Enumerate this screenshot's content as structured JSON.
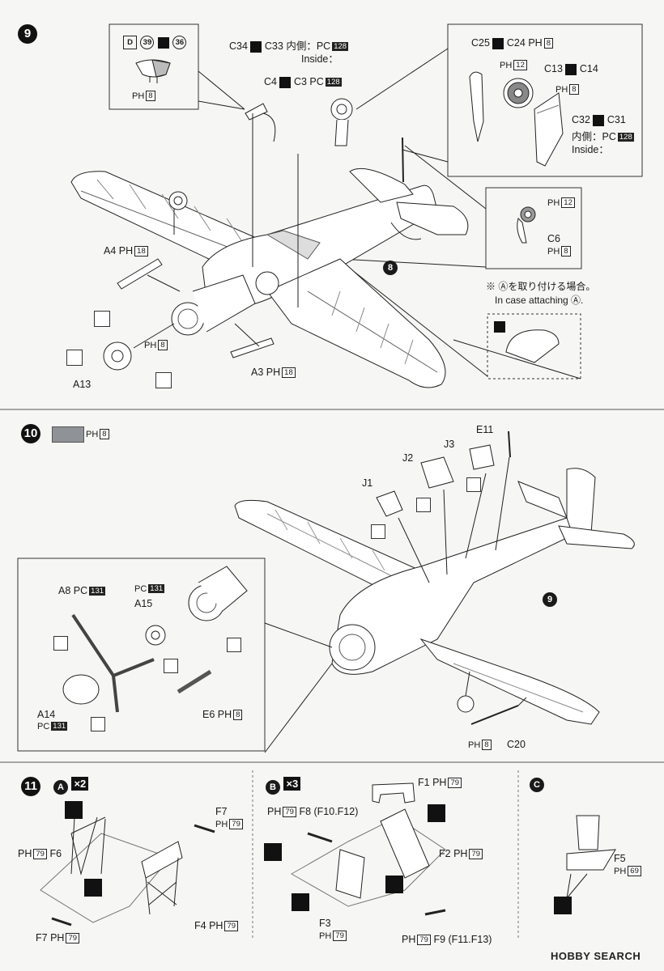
{
  "step9": {
    "number": "9",
    "inset_left": {
      "code_d": "D",
      "circ1": "39",
      "circ2": "36",
      "ph": "PH",
      "ph_val": "8"
    },
    "labels": {
      "c34": "C34",
      "c33": "C33",
      "inner1": "内側：",
      "pc1": "PC",
      "pc1_val": "128",
      "inside1": "Inside：",
      "c4": "C4",
      "c3": "C3",
      "pc2": "PC",
      "pc2_val": "128",
      "c25": "C25",
      "c24": "C24",
      "ph_c24": "PH",
      "ph_c24_val": "8",
      "ph12a": "PH",
      "ph12a_val": "12",
      "c13": "C13",
      "c14": "C14",
      "ph8b": "PH",
      "ph8b_val": "8",
      "c32": "C32",
      "c31": "C31",
      "inner2": "内側：",
      "pc3": "PC",
      "pc3_val": "128",
      "inside2": "Inside：",
      "ph12b": "PH",
      "ph12b_val": "12",
      "c6": "C6",
      "ph8c": "PH",
      "ph8c_val": "8",
      "a4": "A4",
      "ph18a": "PH",
      "ph18a_val": "18",
      "ph8d": "PH",
      "ph8d_val": "8",
      "a13": "A13",
      "a3": "A3",
      "ph18b": "PH",
      "ph18b_val": "18",
      "ref8": "8"
    },
    "note_jp": "※ Ⓐを取り付ける場合。",
    "note_en": "In case attaching Ⓐ."
  },
  "step10": {
    "number": "10",
    "swatch_color": "#8f9296",
    "ph": "PH",
    "ph_val": "8",
    "labels": {
      "e11": "E11",
      "j3": "J3",
      "j2": "J2",
      "j1": "J1",
      "ref9": "9",
      "a8": "A8",
      "pc131a": "PC",
      "pc131a_val": "131",
      "pc131b": "PC",
      "pc131b_val": "131",
      "a15": "A15",
      "a14": "A14",
      "pc131c": "PC",
      "pc131c_val": "131",
      "e6": "E6",
      "ph8e": "PH",
      "ph8e_val": "8",
      "ph8f": "PH",
      "ph8f_val": "8",
      "c20": "C20"
    }
  },
  "step11": {
    "number": "11",
    "a": {
      "letter": "A",
      "count": "×2",
      "labels": {
        "f7a": "F7",
        "ph79a": "PH",
        "ph79a_val": "79",
        "f6": "F6",
        "ph79b": "PH",
        "ph79b_val": "79",
        "f4": "F4",
        "ph79c": "PH",
        "ph79c_val": "79",
        "f7b": "F7",
        "ph79d": "PH",
        "ph79d_val": "79"
      }
    },
    "b": {
      "letter": "B",
      "count": "×3",
      "labels": {
        "f1": "F1",
        "ph79e": "PH",
        "ph79e_val": "79",
        "ph79f": "PH",
        "ph79f_val": "79",
        "f8": "F8 (F10.F12)",
        "f2": "F2",
        "ph79g": "PH",
        "ph79g_val": "79",
        "f3": "F3",
        "ph79h": "PH",
        "ph79h_val": "79",
        "ph79i": "PH",
        "ph79i_val": "79",
        "f9": "F9 (F11.F13)"
      }
    },
    "c": {
      "letter": "C",
      "labels": {
        "f5": "F5",
        "ph69": "PH",
        "ph69_val": "69"
      }
    }
  },
  "watermark": "HOBBY SEARCH"
}
